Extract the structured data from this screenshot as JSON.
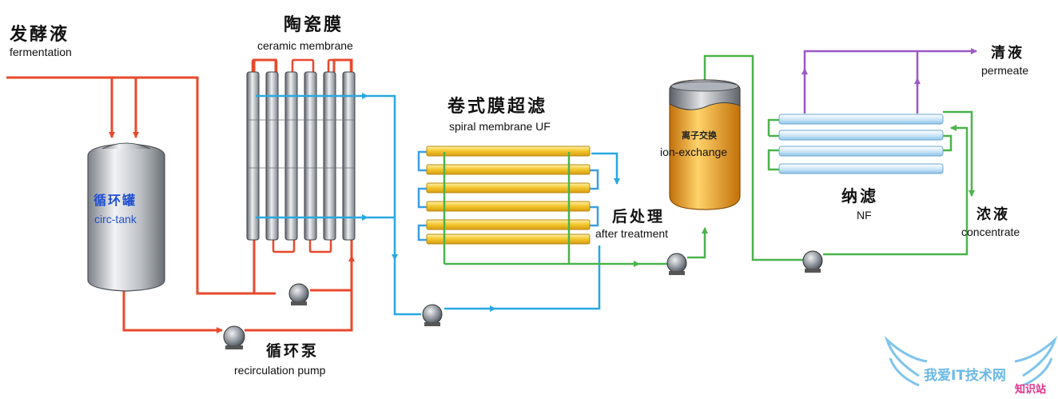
{
  "labels": {
    "fermentation_zh": "发酵液",
    "fermentation_en": "fermentation",
    "ceramic_zh": "陶瓷膜",
    "ceramic_en": "ceramic membrane",
    "spiral_zh": "卷式膜超滤",
    "spiral_en": "spiral membrane UF",
    "tank_zh": "循环罐",
    "tank_en": "circ-tank",
    "after_zh": "后处理",
    "after_en": "after treatment",
    "ion_zh": "离子交换",
    "ion_en": "ion-exchange",
    "nf_zh": "纳滤",
    "nf_en": "NF",
    "permeate_zh": "清液",
    "permeate_en": "permeate",
    "concentrate_zh": "浓液",
    "concentrate_en": "concentrate",
    "pump_zh": "循环泵",
    "pump_en": "recirculation pump"
  },
  "watermark": {
    "site": "我爱IT技术网",
    "brand": "知识站"
  },
  "colors": {
    "red_line": "#e8492c",
    "blue_line": "#29a8e0",
    "green_line": "#4bb34b",
    "purple_line": "#9b59c9",
    "ion_resin": "#f2a51c",
    "uf_tube": "#f2c230",
    "nf_tube": "#cfe8f8",
    "ceramic_tube": "#a9b0b8"
  }
}
